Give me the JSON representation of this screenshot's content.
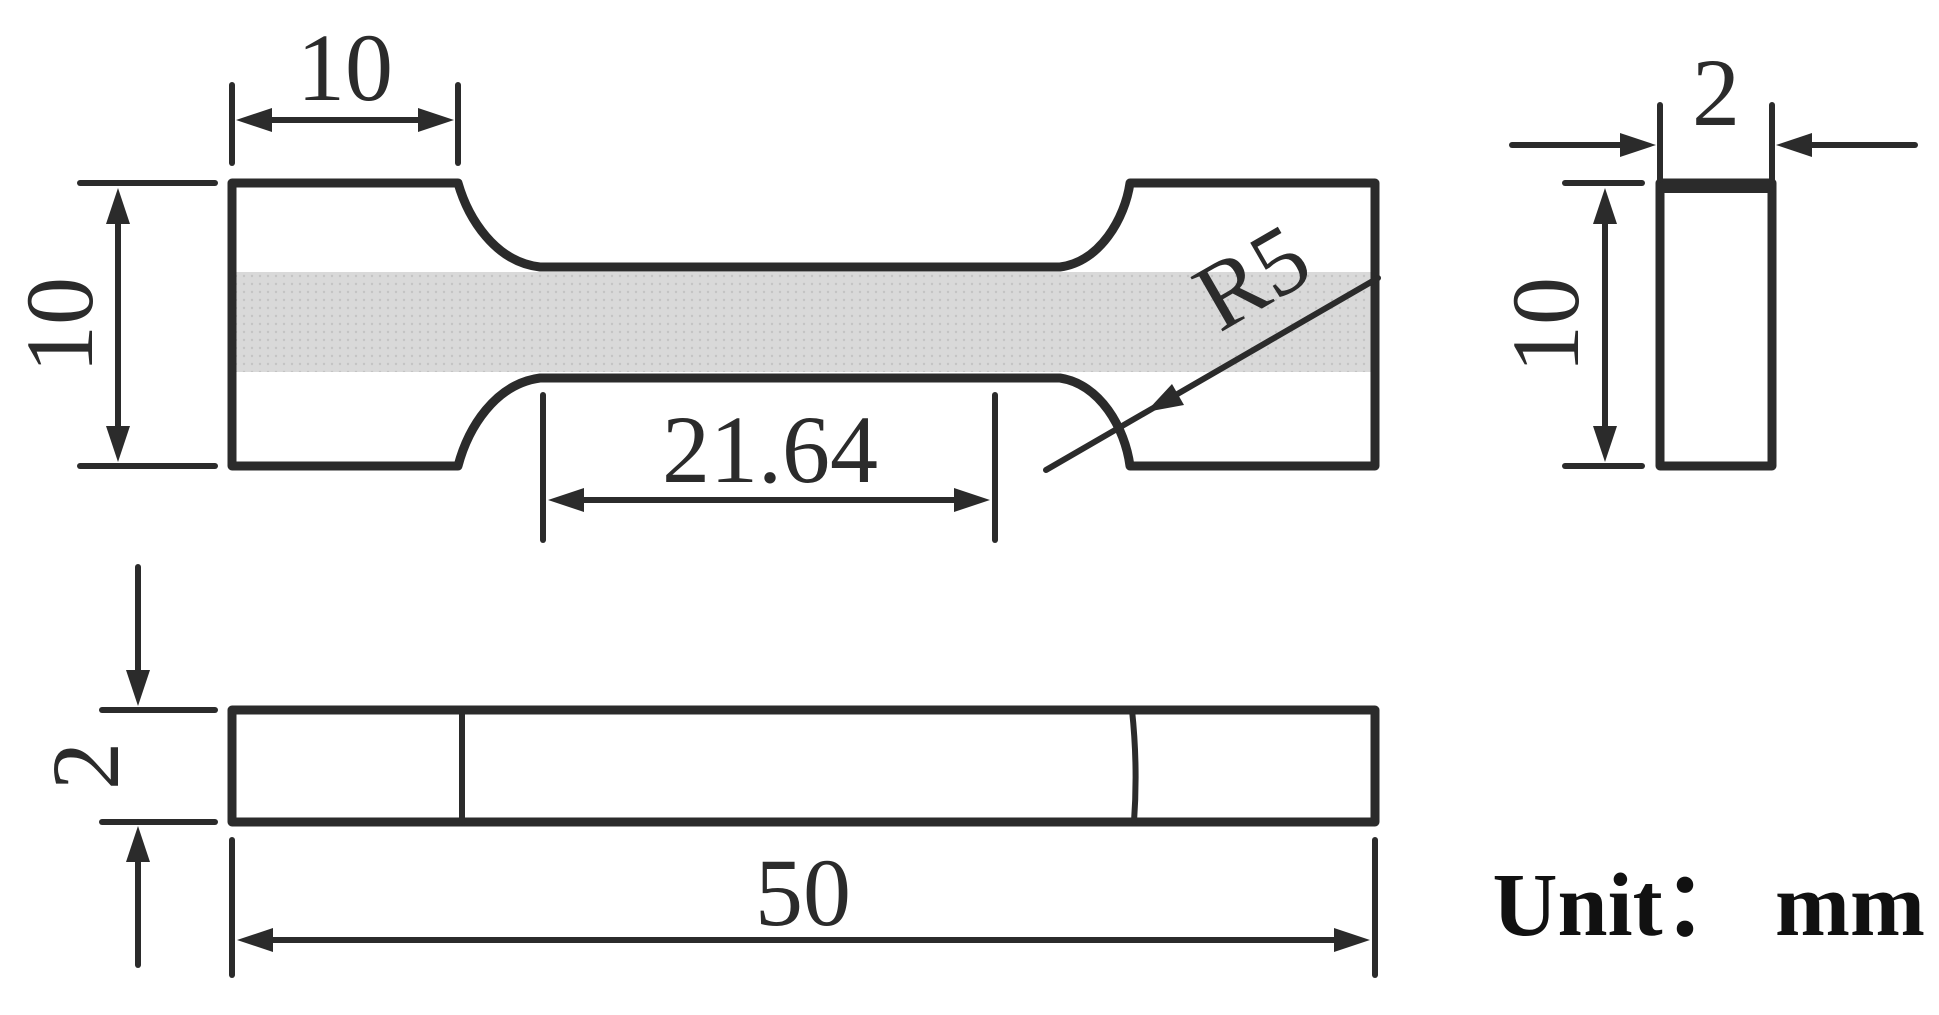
{
  "dimensions": {
    "top_grip_length": "10",
    "specimen_width": "10",
    "gauge_length": "21.64",
    "fillet_radius": "R5",
    "side_thickness": "2",
    "side_height": "10",
    "bottom_thickness": "2",
    "total_length": "50"
  },
  "unit_label": "Unit：  mm",
  "colors": {
    "line": "#2b2b2b",
    "gauge_fill": "#d6d6d6"
  }
}
